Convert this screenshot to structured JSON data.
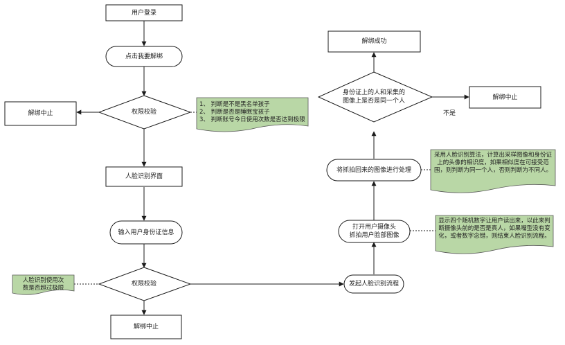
{
  "nodes": {
    "login": "用户登录",
    "click_unbind": "点击我要解绑",
    "auth_check_1": "权限校验",
    "unbind_stop_1": "解绑中止",
    "face_page": "人脸识别界面",
    "input_id": "输入用户身份证信息",
    "auth_check_2": "权限校验",
    "unbind_stop_2": "解绑中止",
    "start_face": "发起人脸识别流程",
    "open_camera": "打开用户摄像头\n抓拍用户脸部图像",
    "process_image": "将抓拍回来的图像进行处理",
    "same_person": "身份证上的人和采集的\n图像上是否是同一个人",
    "unbind_success": "解绑成功",
    "unbind_stop_3": "解绑中止"
  },
  "notes": {
    "auth_rules": "1、 判断是不是黑名单孩子\n2、 判断是否是睡眠宝孩子\n3、 判断账号今日使用次数是否达到极限",
    "face_limit": "人脸识别使用次\n数是否超过极限",
    "liveness": "显示四个随机数字让用户读出来，以此来判断摄像头前的是否是真人，如果嘴型没有变化，或者数字念错，则结束人脸识别流程。",
    "algorithm": "采用人脸识别算法，计算出采样图像和身份证上的头像的相识度，如果相似度在可接受范围，则判断为同一个人，否则判断为不同人。"
  },
  "edge_labels": {
    "no": "不是"
  },
  "colors": {
    "line": "#1a1a1a",
    "note_fill": "#b9d7a6",
    "note_stroke": "#555555",
    "shape_fill": "#ffffff"
  }
}
